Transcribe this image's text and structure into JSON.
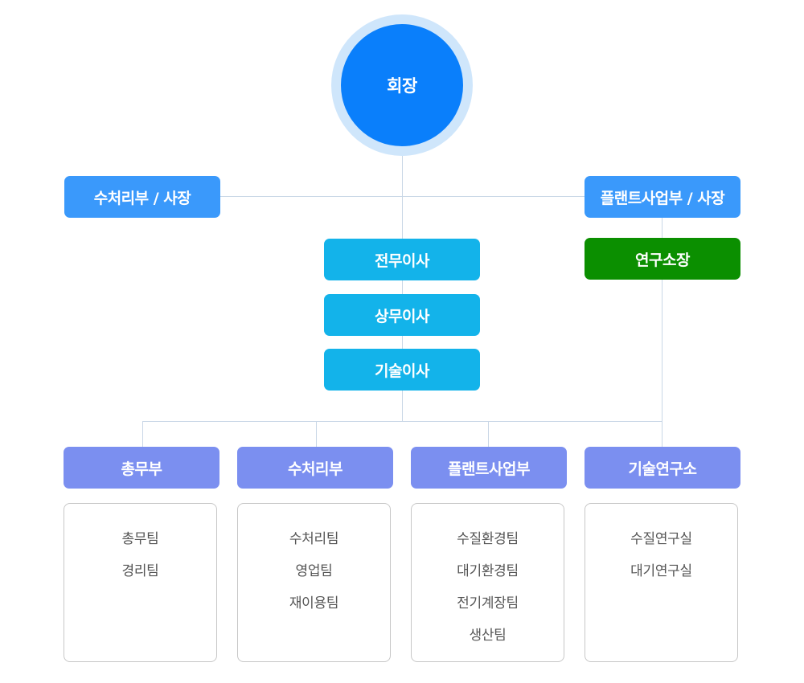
{
  "chairman": "회장",
  "presidents": {
    "left": "수처리부 / 사장",
    "right": "플랜트사업부 / 사장"
  },
  "lab_head": "연구소장",
  "directors": [
    "전무이사",
    "상무이사",
    "기술이사"
  ],
  "departments": [
    {
      "name": "총무부",
      "teams": [
        "총무팀",
        "경리팀"
      ]
    },
    {
      "name": "수처리부",
      "teams": [
        "수처리팀",
        "영업팀",
        "재이용팀"
      ]
    },
    {
      "name": "플랜트사업부",
      "teams": [
        "수질환경팀",
        "대기환경팀",
        "전기계장팀",
        "생산팀"
      ]
    },
    {
      "name": "기술연구소",
      "teams": [
        "수질연구실",
        "대기연구실"
      ]
    }
  ],
  "colors": {
    "chairman": "#0a7ffb",
    "president": "#3a99fb",
    "director": "#13b3ea",
    "lab_head": "#0b8f00",
    "department": "#7b8ff0",
    "connector": "#c9d7e6"
  }
}
